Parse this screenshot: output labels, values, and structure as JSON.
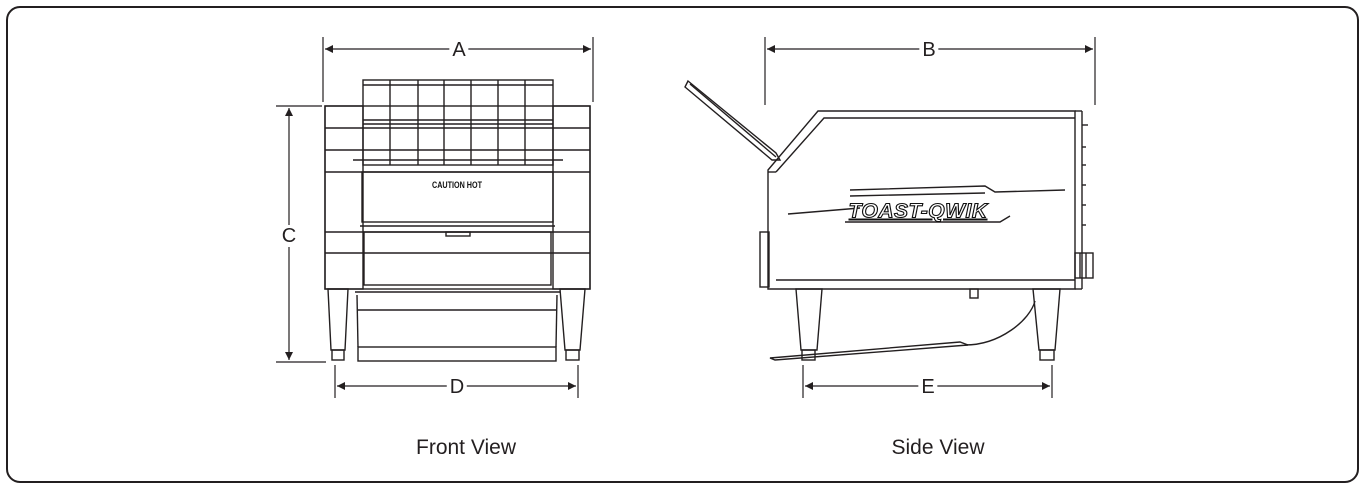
{
  "views": [
    {
      "caption": "Front View"
    },
    {
      "caption": "Side View"
    }
  ],
  "dimensions": {
    "a": "A",
    "b": "B",
    "c": "C",
    "d": "D",
    "e": "E"
  },
  "labels": {
    "caution": "CAUTION HOT",
    "brand": "TOAST-QWIK"
  },
  "colors": {
    "line": "#231f20",
    "background": "#ffffff"
  }
}
